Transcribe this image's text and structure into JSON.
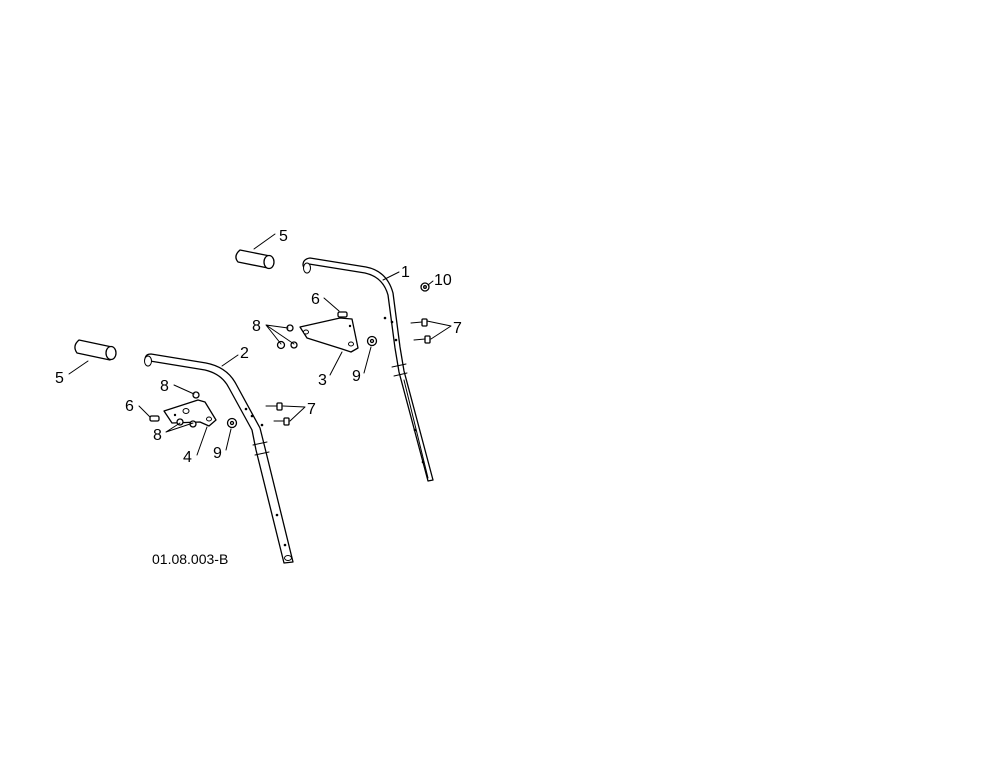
{
  "diagram_code": "01.08.003-B",
  "callouts": {
    "handle_right": "1",
    "handle_left": "2",
    "bracket_right": "3",
    "bracket_left": "4",
    "grip_right": "5",
    "grip_left": "5",
    "pin_right": "6",
    "pin_left": "6",
    "bolts_right": "7",
    "bolts_left": "7",
    "nuts_right": "8",
    "nuts_left_top": "8",
    "nuts_left_bottom": "8",
    "washer_right": "9",
    "washer_left": "9",
    "washer_top": "10"
  }
}
